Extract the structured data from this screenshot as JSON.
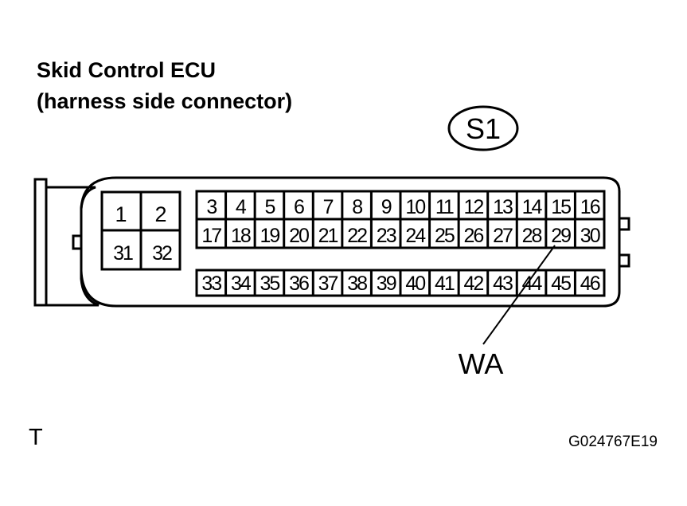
{
  "title": {
    "line1": "Skid Control ECU",
    "line2": "(harness side connector)"
  },
  "connector_code": "S1",
  "wire_color": "WA",
  "small_block": {
    "top": [
      "1",
      "2"
    ],
    "bottom": [
      "31",
      "32"
    ]
  },
  "terminals": {
    "row1": [
      "3",
      "4",
      "5",
      "6",
      "7",
      "8",
      "9",
      "10",
      "11",
      "12",
      "13",
      "14",
      "15",
      "16"
    ],
    "row2": [
      "17",
      "18",
      "19",
      "20",
      "21",
      "22",
      "23",
      "24",
      "25",
      "26",
      "27",
      "28",
      "29",
      "30"
    ],
    "row3": [
      "33",
      "34",
      "35",
      "36",
      "37",
      "38",
      "39",
      "40",
      "41",
      "42",
      "43",
      "44",
      "45",
      "46"
    ]
  },
  "footer": {
    "view_mark": "T",
    "figure_code": "G024767E19"
  }
}
